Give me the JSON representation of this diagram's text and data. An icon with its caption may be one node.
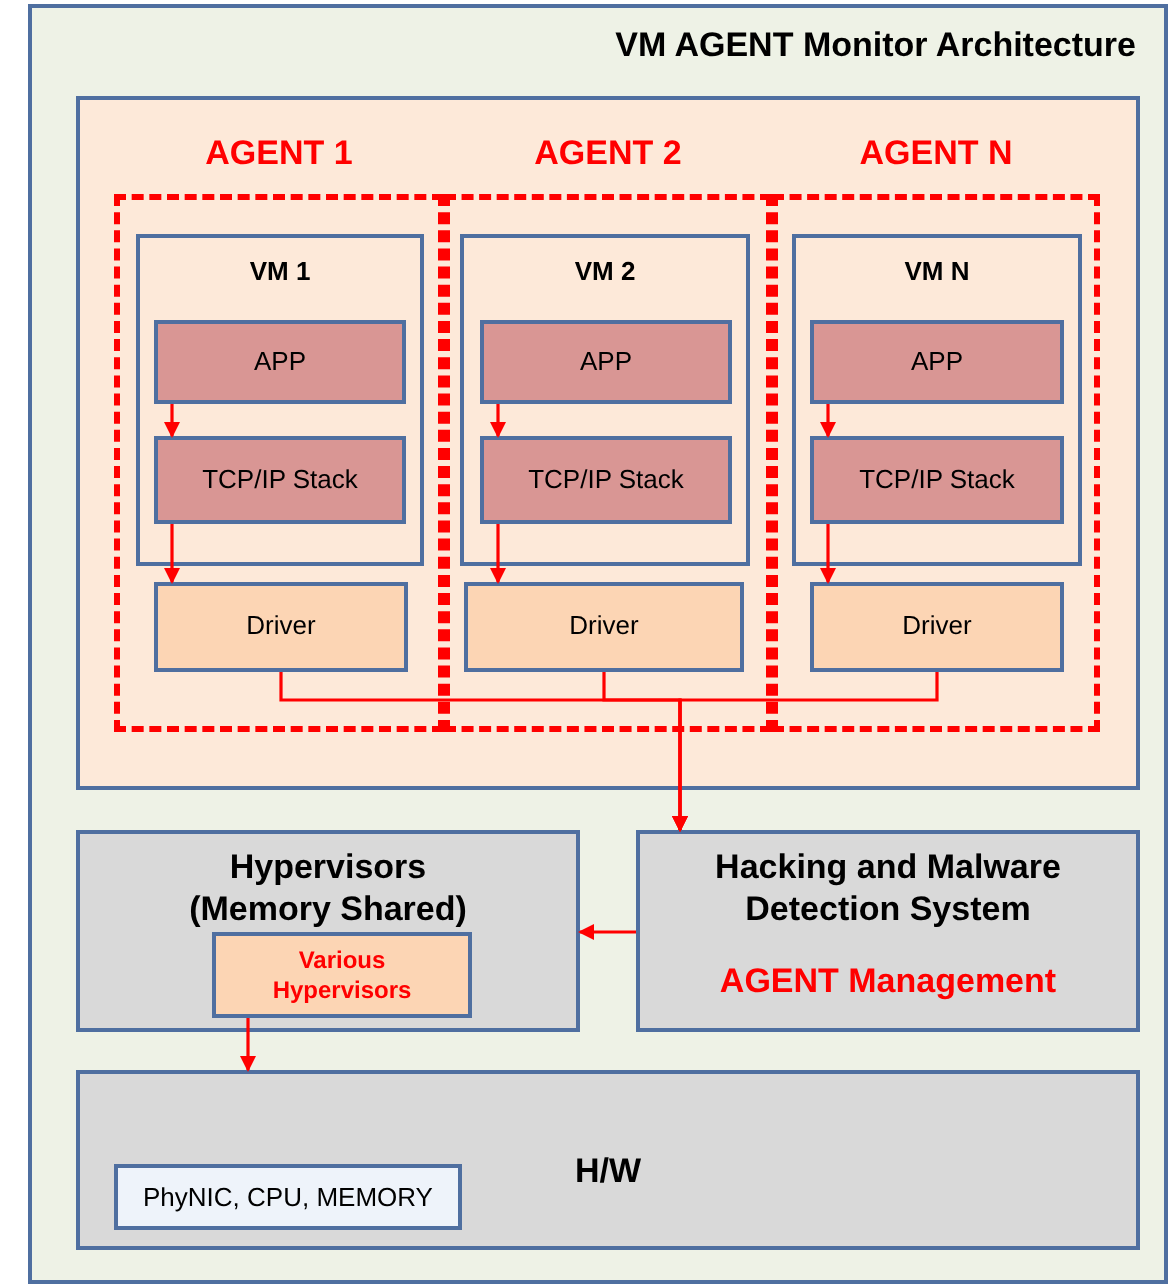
{
  "diagram": {
    "title": "VM AGENT Monitor Architecture",
    "nodes": [
      {
        "text": [],
        "shape": "box"
      },
      {
        "text": [
          "AGENT 1"
        ],
        "in": 0
      },
      {
        "text": [
          "VM 1"
        ],
        "in": 1
      },
      {
        "text": [
          "APP"
        ],
        "in": 2
      },
      {
        "text": [
          "TCP/IP Stack"
        ],
        "in": 2
      },
      {
        "text": [
          "Driver"
        ],
        "in": 1
      },
      {
        "text": [
          "AGENT 2"
        ],
        "in": 0
      },
      {
        "text": [
          "VM 2"
        ],
        "in": 6
      },
      {
        "text": [
          "APP"
        ],
        "in": 7
      },
      {
        "text": [
          "TCP/IP Stack"
        ],
        "in": 7
      },
      {
        "text": [
          "Driver"
        ],
        "in": 6
      },
      {
        "text": [
          "AGENT N"
        ],
        "in": 0
      },
      {
        "text": [
          "VM N"
        ],
        "in": 11
      },
      {
        "text": [
          "APP"
        ],
        "in": 12
      },
      {
        "text": [
          "TCP/IP Stack"
        ],
        "in": 12
      },
      {
        "text": [
          "Driver"
        ],
        "in": 11
      },
      {
        "text": [
          "Hypervisors (Memory Shared)"
        ]
      },
      {
        "text": [
          "Various Hypervisors"
        ],
        "in": 16
      },
      {
        "text": [
          "Hacking and Malware Detection System",
          "AGENT Management"
        ]
      },
      {
        "text": [
          "H/W"
        ]
      },
      {
        "text": [
          "PhyNIC, CPU, MEMORY"
        ],
        "in": 19
      }
    ],
    "edges": [
      {
        "from": 3,
        "to": 4,
        "arrow": "to"
      },
      {
        "from": 4,
        "to": 5,
        "arrow": "to"
      },
      {
        "from": 8,
        "to": 9,
        "arrow": "to"
      },
      {
        "from": 9,
        "to": 10,
        "arrow": "to"
      },
      {
        "from": 13,
        "to": 14,
        "arrow": "to"
      },
      {
        "from": 14,
        "to": 15,
        "arrow": "to"
      },
      {
        "from": 5,
        "to": 18,
        "arrow": "to"
      },
      {
        "from": 10,
        "to": 18,
        "arrow": "to"
      },
      {
        "from": 15,
        "to": 18,
        "arrow": "to"
      },
      {
        "from": 18,
        "to": 16,
        "arrow": "to"
      },
      {
        "from": 17,
        "to": 19,
        "arrow": "to"
      }
    ]
  }
}
